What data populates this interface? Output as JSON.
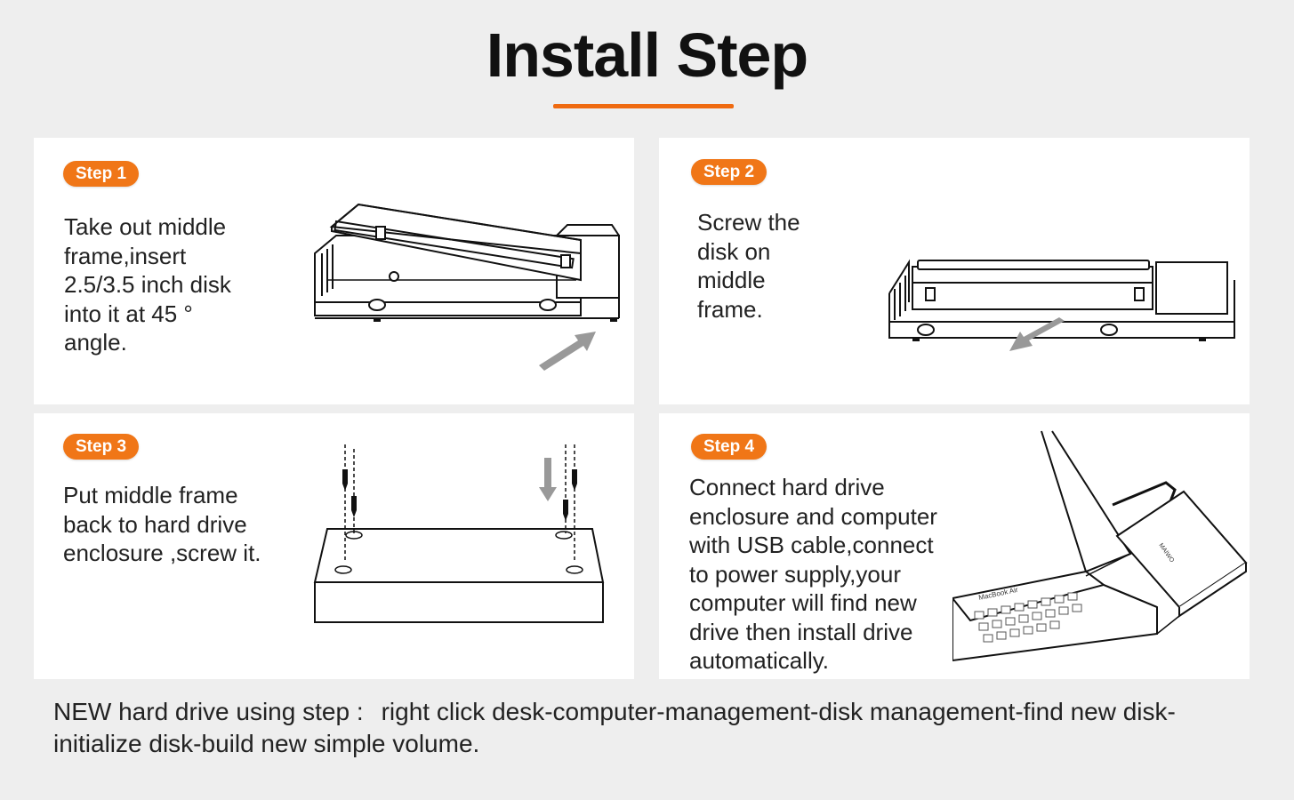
{
  "header": {
    "title": "Install Step",
    "accent_color": "#ef6a10"
  },
  "steps": [
    {
      "badge": "Step 1",
      "text": "Take out middle\nframe,insert\n2.5/3.5 inch disk\ninto it at 45 °\nangle."
    },
    {
      "badge": "Step 2",
      "text": "Screw the\ndisk on\nmiddle\nframe."
    },
    {
      "badge": "Step 3",
      "text": "Put middle frame\nback to hard drive\nenclosure ,screw it."
    },
    {
      "badge": "Step 4",
      "text": "Connect hard drive\nenclosure and computer\nwith USB cable,connect\nto power supply,your\ncomputer will find new\ndrive then install  drive\nautomatically."
    }
  ],
  "footer": {
    "label": "NEW hard drive using step :",
    "text": "right click desk-computer-management-disk management-find new disk-initialize disk-build new simple volume."
  },
  "illustration_labels": {
    "laptop_brand": "MacBook Air",
    "enclosure_brand": "MAIWO"
  },
  "colors": {
    "badge": "#f07617",
    "panel": "#ffffff",
    "background": "#eeeeee",
    "arrow": "#999999"
  }
}
